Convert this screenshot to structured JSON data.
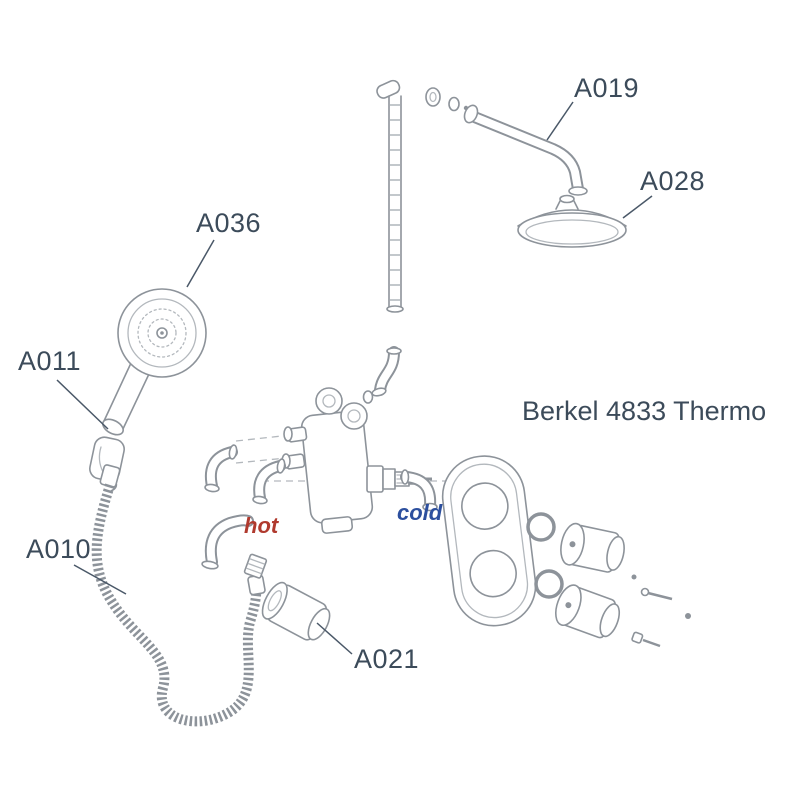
{
  "diagram": {
    "product_title": "Berkel 4833 Thermo",
    "labels": {
      "a019": "A019",
      "a028": "A028",
      "a036": "A036",
      "a011": "A011",
      "a010": "A010",
      "a021": "A021"
    },
    "annotations": {
      "hot": "hot",
      "cold": "cold"
    },
    "colors": {
      "label_text": "#3c4b5a",
      "line_art": "#8d939a",
      "line_art_light": "#b3b8bd",
      "leader_line": "#4a5868",
      "hot_text": "#b03a2e",
      "cold_text": "#2c4f9e"
    }
  }
}
